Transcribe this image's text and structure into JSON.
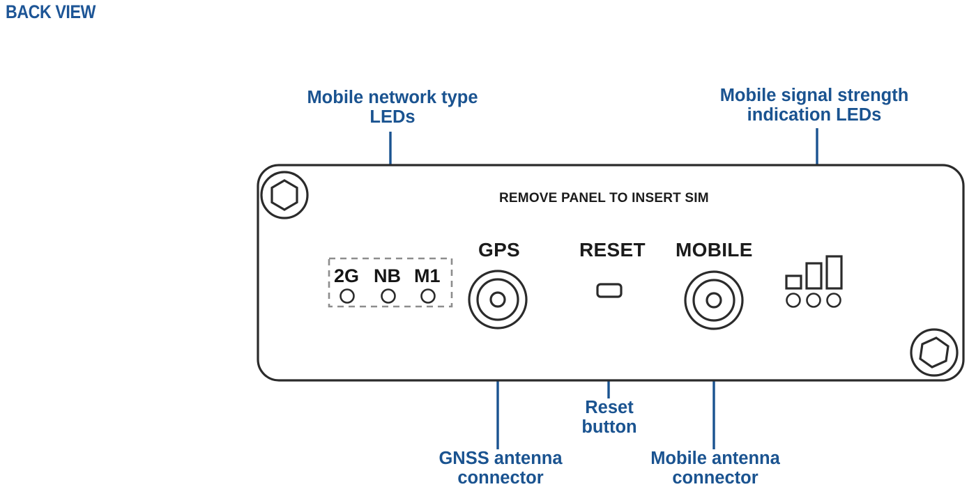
{
  "title": "BACK VIEW",
  "theme": {
    "accent_blue": "#1a5390",
    "title_blue": "#1d5596",
    "outline": "#2b2b2b",
    "dashed_box": "#8d8d8d",
    "background": "#ffffff"
  },
  "panel": {
    "sim_notice": "REMOVE PANEL TO INSERT SIM",
    "ports": [
      {
        "id": "gps",
        "label": "GPS"
      },
      {
        "id": "reset",
        "label": "RESET"
      },
      {
        "id": "mobile",
        "label": "MOBILE"
      }
    ],
    "network_type_leds": [
      {
        "label": "2G"
      },
      {
        "label": "NB"
      },
      {
        "label": "M1"
      }
    ],
    "signal_strength_leds": {
      "bars": 3,
      "indicators": 3
    },
    "screws": [
      {
        "position": "top-left"
      },
      {
        "position": "bottom-right"
      }
    ]
  },
  "callouts": [
    {
      "id": "network-type-leds",
      "text": "Mobile network type\nLEDs"
    },
    {
      "id": "signal-strength-leds",
      "text": "Mobile signal strength\nindication LEDs"
    },
    {
      "id": "gnss-antenna-connector",
      "text": "GNSS  antenna\nconnector"
    },
    {
      "id": "reset-button",
      "text": "Reset\nbutton"
    },
    {
      "id": "mobile-antenna-connector",
      "text": "Mobile antenna\nconnector"
    }
  ]
}
